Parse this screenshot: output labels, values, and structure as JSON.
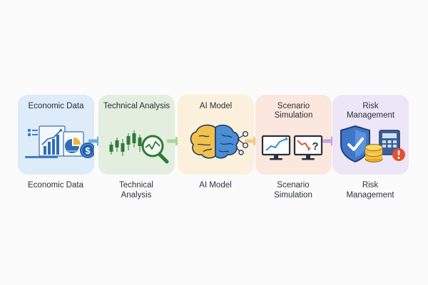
{
  "steps": [
    {
      "title": "Economic Data",
      "caption": "Economic Data",
      "icon": "economic-data-icon",
      "color": "#deebf8"
    },
    {
      "title": "Technical Analysis",
      "caption_line1": "Technical",
      "caption_line2": "Analysis",
      "icon": "candlestick-magnifier-icon",
      "color": "#e3eedf"
    },
    {
      "title": "AI Model",
      "caption": "AI Model",
      "icon": "brain-network-icon",
      "color": "#fbf0dc"
    },
    {
      "title_line1": "Scenario",
      "title_line2": "Simulation",
      "caption_line1": "Scenario",
      "caption_line2": "Simulation",
      "icon": "monitors-icon",
      "color": "#fbe7dd"
    },
    {
      "title_line1": "Risk",
      "title_line2": "Management",
      "caption_line1": "Risk",
      "caption_line2": "Management",
      "icon": "shield-coins-icon",
      "color": "#ece6f6"
    }
  ],
  "arrows": [
    {
      "color": "#6aaee0"
    },
    {
      "color": "#a8d49a"
    },
    {
      "color": "#f4c98a"
    },
    {
      "color": "#f3a88c"
    },
    {
      "color": "#c5a3e0"
    }
  ]
}
